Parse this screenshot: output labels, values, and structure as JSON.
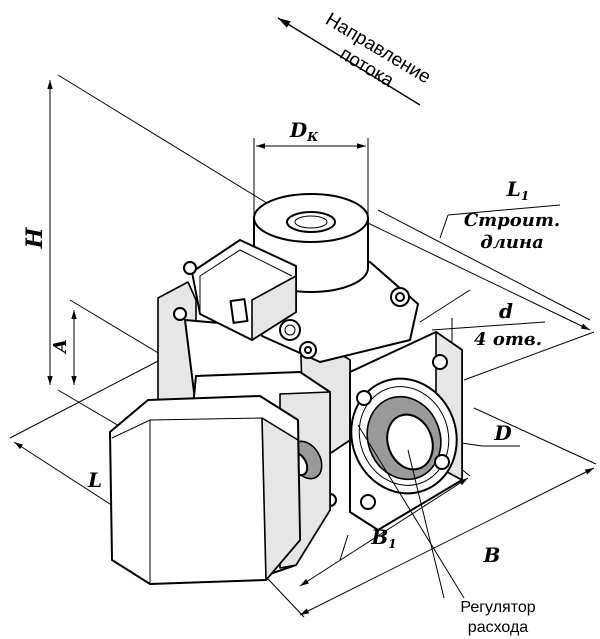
{
  "flow_label": {
    "line1": "Направление",
    "line2": "потока"
  },
  "dimensions": {
    "dk": "D",
    "dk_sub": "К",
    "h": "H",
    "a": "A",
    "l": "L",
    "l1": "L",
    "l1_sub": "1",
    "l1_text_1": "Строит.",
    "l1_text_2": "длина",
    "d_small": "d",
    "holes": "4 отв.",
    "d_big": "D",
    "b1": "B",
    "b1_sub": "1",
    "b": "B"
  },
  "regulator_label": {
    "line1": "Регулятор",
    "line2": "расхода"
  }
}
